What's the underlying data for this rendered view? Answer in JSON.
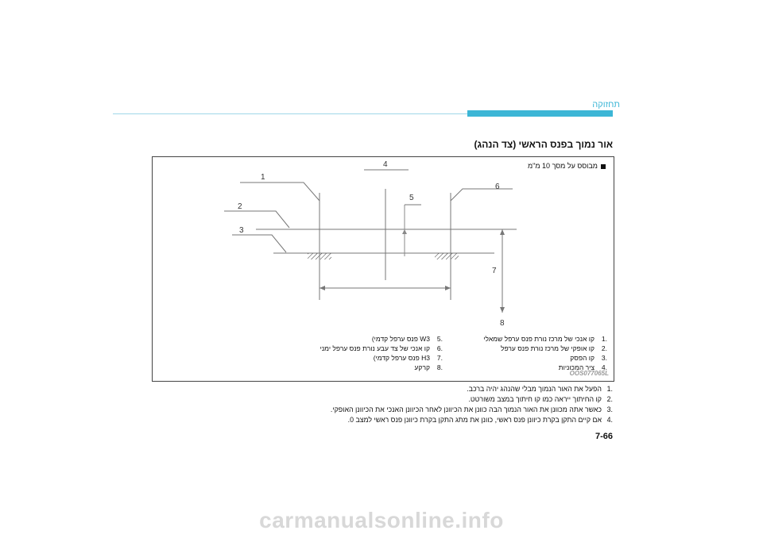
{
  "header": {
    "section": "תחזוקה"
  },
  "heading": "אור נמוך בפנס הראשי (צד הנהג)",
  "figure": {
    "note": "מבוסס על מסך 10 מ\"מ",
    "callouts": [
      "1",
      "2",
      "3",
      "4",
      "5",
      "6",
      "7",
      "8"
    ],
    "code": "OOS077065L",
    "legend_right": [
      {
        "num": ".1",
        "text": "קו אנכי של מרכז נורת פנס ערפל שמאלי"
      },
      {
        "num": ".2",
        "text": "קו אופקי של מרכז נורת פנס ערפל"
      },
      {
        "num": ".3",
        "text": "קו הפסק"
      },
      {
        "num": ".4",
        "text": "ציר המכוניות"
      }
    ],
    "legend_left": [
      {
        "num": ".5",
        "text": "W3 פנס ערפל קדמי)"
      },
      {
        "num": ".6",
        "text": "קו אנכי של צד עבע נורת פנס ערפל ימני"
      },
      {
        "num": ".7",
        "text": "H3 פנס ערפל קדמי)"
      },
      {
        "num": ".8",
        "text": "קרקע"
      }
    ]
  },
  "steps": [
    {
      "num": ".1",
      "text": "הפעל את האור הנמוך מבלי שהנהג יהיה ברכב."
    },
    {
      "num": ".2",
      "text": "קו החיתוך ייראה כמו קו חיתוך במצב משורטט."
    },
    {
      "num": ".3",
      "text": "כאשר אתה מכוונן את האור הנמוך הבה כוונן את הכיוונן לאחר הכיוונן האנכי את הכיוונן האופקי."
    },
    {
      "num": ".4",
      "text": "אם קיים התקן בקרת כיוונן פנס ראשי, כוונן את מתג התקן בקרת כיוונן פנס ראשי למצב 0."
    }
  ],
  "page_number": "7-66",
  "watermark": "carmanualsonline.info"
}
